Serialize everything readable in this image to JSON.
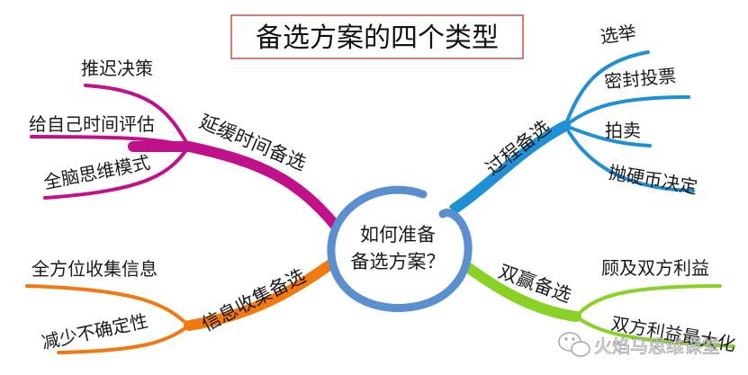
{
  "title": "备选方案的四个类型",
  "center": {
    "line1": "如何准备",
    "line2": "备选方案？"
  },
  "colors": {
    "magenta": "#c0118a",
    "blue": "#1f8fd6",
    "orange": "#f2790f",
    "green": "#8ad126",
    "ring": "#5b8fd0",
    "title_border": "#c0504d"
  },
  "branches": {
    "delay": {
      "label": "延缓时间备选",
      "leaves": [
        "推迟决策",
        "给自己时间评估",
        "全脑思维模式"
      ]
    },
    "process": {
      "label": "过程备选",
      "leaves": [
        "选举",
        "密封投票",
        "拍卖",
        "抛硬币决定"
      ]
    },
    "info": {
      "label": "信息收集备选",
      "leaves": [
        "全方位收集信息",
        "减少不确定性"
      ]
    },
    "winwin": {
      "label": "双赢备选",
      "leaves": [
        "顾及双方利益",
        "双方利益最大化"
      ]
    }
  },
  "watermark": "火焰马思维课堂",
  "watermark_icon": "wechat-icon"
}
